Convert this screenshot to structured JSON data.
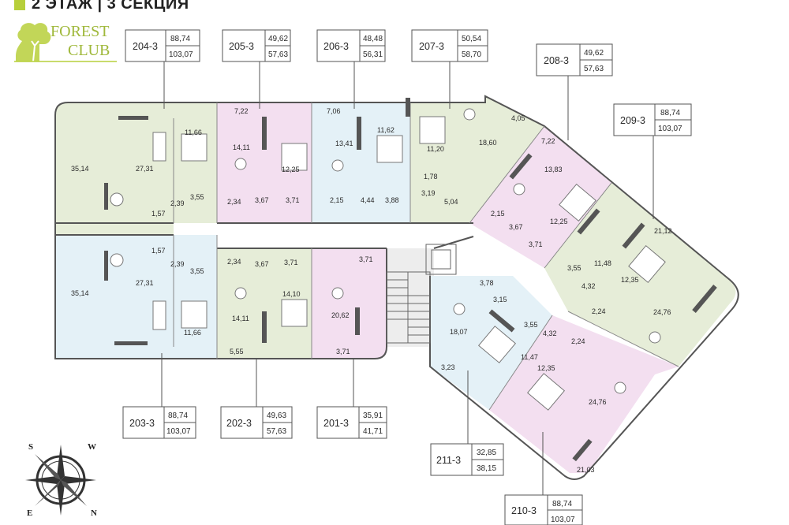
{
  "title": "2 ЭТАЖ | 3 СЕКЦИЯ",
  "logo": {
    "line1": "FOREST",
    "line2": "CLUB",
    "icon": "tree-logo-icon"
  },
  "compass": {
    "top_left": "S",
    "top_right": "W",
    "bottom_left": "E",
    "bottom_right": "N",
    "icon": "compass-rose-icon"
  },
  "colors": {
    "green_zone": "#e6edd8",
    "pink_zone": "#f3dff0",
    "blue_zone": "#e4f1f7",
    "grey_zone": "#ededed",
    "walls": "#555555",
    "accent": "#b7cf3b"
  },
  "apartments": [
    {
      "id": "204-3",
      "area_living": "88,74",
      "area_total": "103,07"
    },
    {
      "id": "205-3",
      "area_living": "49,62",
      "area_total": "57,63"
    },
    {
      "id": "206-3",
      "area_living": "48,48",
      "area_total": "56,31"
    },
    {
      "id": "207-3",
      "area_living": "50,54",
      "area_total": "58,70"
    },
    {
      "id": "208-3",
      "area_living": "49,62",
      "area_total": "57,63"
    },
    {
      "id": "209-3",
      "area_living": "88,74",
      "area_total": "103,07"
    },
    {
      "id": "203-3",
      "area_living": "88,74",
      "area_total": "103,07"
    },
    {
      "id": "202-3",
      "area_living": "49,63",
      "area_total": "57,63"
    },
    {
      "id": "201-3",
      "area_living": "35,91",
      "area_total": "41,71"
    },
    {
      "id": "211-3",
      "area_living": "32,85",
      "area_total": "38,15"
    },
    {
      "id": "210-3",
      "area_living": "88,74",
      "area_total": "103,07"
    }
  ],
  "room_areas": [
    "35,14",
    "27,31",
    "11,66",
    "2,39",
    "1,57",
    "3,55",
    "14,11",
    "7,22",
    "2,34",
    "3,67",
    "12,25",
    "3,71",
    "7,06",
    "13,41",
    "2,15",
    "11,62",
    "4,44",
    "3,88",
    "11,20",
    "1,78",
    "3,19",
    "5,04",
    "18,60",
    "4,05",
    "7,22",
    "13,83",
    "2,15",
    "12,25",
    "3,67",
    "3,71",
    "11,48",
    "3,55",
    "21,12",
    "12,35",
    "4,32",
    "24,76",
    "1,57",
    "2,39",
    "35,14",
    "27,31",
    "3,55",
    "2,34",
    "3,67",
    "3,71",
    "3,71",
    "14,10",
    "14,11",
    "11,66",
    "5,55",
    "20,62",
    "3,71",
    "3,78",
    "3,15",
    "3,55",
    "18,07",
    "2,24",
    "2,24",
    "4,32",
    "11,47",
    "12,35",
    "3,23",
    "24,76",
    "21,03"
  ]
}
